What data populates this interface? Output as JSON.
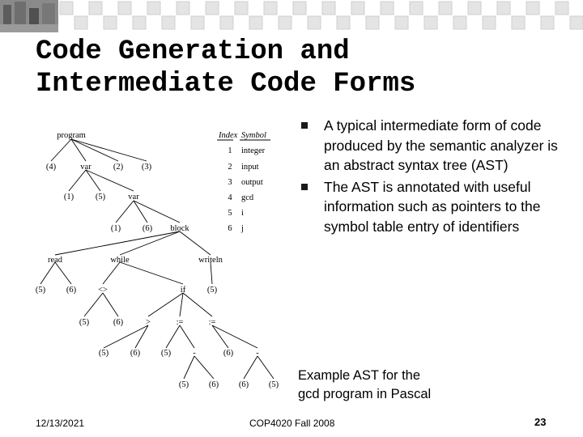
{
  "title": {
    "line1": "Code Generation and",
    "line2": "Intermediate Code Forms"
  },
  "bullets": [
    "A typical intermediate form of code produced by the semantic analyzer is an abstract syntax tree (AST)",
    "The AST is annotated with useful information such as pointers to the symbol table entry of identifiers"
  ],
  "caption": {
    "line1": "Example AST for the",
    "line2": "gcd program in Pascal"
  },
  "footer": {
    "date": "12/13/2021",
    "course": "COP4020 Fall 2008",
    "page": "23"
  },
  "symbol_table": {
    "headers": [
      "Index",
      "Symbol"
    ],
    "rows": [
      [
        "1",
        "integer"
      ],
      [
        "2",
        "input"
      ],
      [
        "3",
        "output"
      ],
      [
        "4",
        "gcd"
      ],
      [
        "5",
        "i"
      ],
      [
        "6",
        "j"
      ]
    ]
  },
  "tree": {
    "program": "program",
    "p1": "(4)",
    "var1": "var",
    "p2": "(2)",
    "p3": "(3)",
    "i1": "(1)",
    "i5": "(5)",
    "var2": "var",
    "j1": "(1)",
    "j6": "(6)",
    "block": "block",
    "read": "read",
    "while": "while",
    "writeln": "writeln",
    "r5": "(5)",
    "r6": "(6)",
    "neq": "<>",
    "if": "if",
    "w5": "(5)",
    "n5": "(5)",
    "n6": "(6)",
    "gt": ">",
    "asg1": ":=",
    "asg2": ":=",
    "g5": "(5)",
    "g6": "(6)",
    "a5": "(5)",
    "minus1": "-",
    "a6": "(6)",
    "minus2": "-",
    "m5": "(5)",
    "m6": "(6)",
    "m6b": "(6)",
    "m5b": "(5)"
  }
}
